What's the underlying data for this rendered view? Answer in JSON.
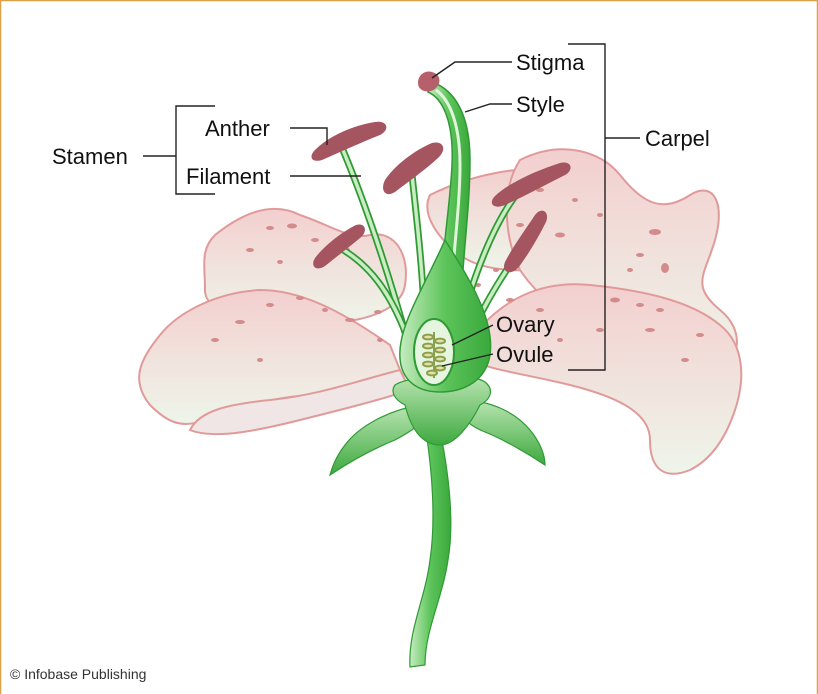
{
  "labels": {
    "stigma": "Stigma",
    "style": "Style",
    "carpel": "Carpel",
    "anther": "Anther",
    "filament": "Filament",
    "stamen": "Stamen",
    "ovary": "Ovary",
    "ovule": "Ovule"
  },
  "credit": "© Infobase Publishing",
  "colors": {
    "frame": "#d9a24a",
    "petal_fill": "#f2dede",
    "petal_edge": "#e19a9a",
    "spot": "#d48b8b",
    "green_light": "#9fd89a",
    "green": "#4cb84a",
    "green_dark": "#2f9a34",
    "anther": "#a4555f",
    "line": "#222222"
  }
}
